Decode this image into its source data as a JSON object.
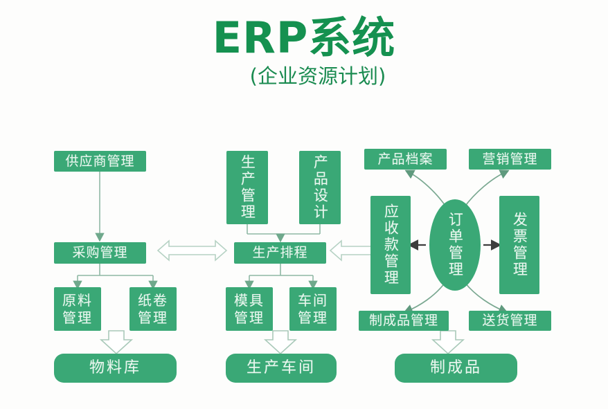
{
  "header": {
    "title": "ERP系统",
    "subtitle": "(企业资源计划)",
    "title_color": "#159150",
    "subtitle_color": "#1a8b50"
  },
  "theme": {
    "box_fill": "#3aa876",
    "box_text": "#eaf7ef",
    "connector": "#8fb8a4",
    "accent_arrow": "#3d3d3d",
    "background": "#fdfdfc"
  },
  "diagram": {
    "type": "flowchart",
    "columns": [
      {
        "name": "procurement",
        "nodes": [
          {
            "id": "supplier-management",
            "label": "供应商管理"
          },
          {
            "id": "purchasing-management",
            "label": "采购管理"
          },
          {
            "id": "raw-material-management",
            "label": "原料\n管理"
          },
          {
            "id": "paper-roll-management",
            "label": "纸卷\n管理"
          },
          {
            "id": "material-warehouse",
            "label": "物料库"
          }
        ]
      },
      {
        "name": "production",
        "nodes": [
          {
            "id": "production-management",
            "label": "生产管理"
          },
          {
            "id": "product-design",
            "label": "产品设计"
          },
          {
            "id": "production-scheduling",
            "label": "生产排程"
          },
          {
            "id": "mold-management",
            "label": "模具\n管理"
          },
          {
            "id": "workshop-management",
            "label": "车间\n管理"
          },
          {
            "id": "production-workshop",
            "label": "生产车间"
          }
        ]
      },
      {
        "name": "sales",
        "nodes": [
          {
            "id": "product-archive",
            "label": "产品档案"
          },
          {
            "id": "marketing-management",
            "label": "营销管理"
          },
          {
            "id": "receivables-management",
            "label": "应收款管理"
          },
          {
            "id": "order-management",
            "label": "订单管理"
          },
          {
            "id": "invoice-management",
            "label": "发票管理"
          },
          {
            "id": "finished-goods-management",
            "label": "制成品管理"
          },
          {
            "id": "delivery-management",
            "label": "送货管理"
          },
          {
            "id": "finished-products",
            "label": "制成品"
          }
        ]
      }
    ],
    "connections": [
      {
        "from": "supplier-management",
        "to": "purchasing-management",
        "style": "line-arrow"
      },
      {
        "from": "purchasing-management",
        "to": "raw-material-management",
        "style": "line-arrow"
      },
      {
        "from": "purchasing-management",
        "to": "paper-roll-management",
        "style": "line-arrow"
      },
      {
        "from": "raw-material-management",
        "to": "material-warehouse",
        "style": "block-arrow"
      },
      {
        "from": "production-management",
        "to": "production-scheduling",
        "style": "line-arrow"
      },
      {
        "from": "product-design",
        "to": "production-scheduling",
        "style": "line-arrow"
      },
      {
        "from": "production-scheduling",
        "to": "mold-management",
        "style": "line-arrow"
      },
      {
        "from": "production-scheduling",
        "to": "workshop-management",
        "style": "line-arrow"
      },
      {
        "from": "mold-management",
        "to": "production-workshop",
        "style": "block-arrow"
      },
      {
        "from": "purchasing-management",
        "to": "production-scheduling",
        "style": "double-block-arrow"
      },
      {
        "from": "production-scheduling",
        "to": "receivables-management",
        "style": "double-block-arrow"
      },
      {
        "from": "order-management",
        "to": "receivables-management",
        "style": "solid-arrow-left"
      },
      {
        "from": "order-management",
        "to": "invoice-management",
        "style": "solid-arrow-right"
      },
      {
        "from": "order-management",
        "to": "product-archive",
        "style": "curved-arrow"
      },
      {
        "from": "order-management",
        "to": "marketing-management",
        "style": "curved-arrow"
      },
      {
        "from": "order-management",
        "to": "finished-goods-management",
        "style": "curved-arrow"
      },
      {
        "from": "order-management",
        "to": "delivery-management",
        "style": "curved-arrow"
      },
      {
        "from": "finished-goods-management",
        "to": "finished-products",
        "style": "block-arrow"
      }
    ]
  }
}
